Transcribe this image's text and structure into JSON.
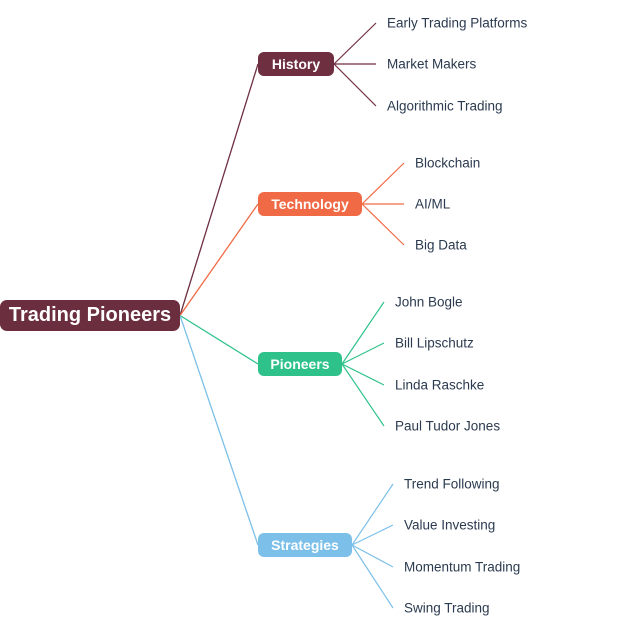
{
  "root": {
    "label": "Trading Pioneers",
    "color": "#6b2e3e"
  },
  "branches": [
    {
      "label": "History",
      "color": "#6e2f40",
      "children": [
        "Early Trading Platforms",
        "Market Makers",
        "Algorithmic Trading"
      ]
    },
    {
      "label": "Technology",
      "color": "#f06a45",
      "children": [
        "Blockchain",
        "AI/ML",
        "Big Data"
      ]
    },
    {
      "label": "Pioneers",
      "color": "#2ec28a",
      "children": [
        "John Bogle",
        "Bill Lipschutz",
        "Linda Raschke",
        "Paul Tudor Jones"
      ]
    },
    {
      "label": "Strategies",
      "color": "#7cc0ea",
      "children": [
        "Trend Following",
        "Value Investing",
        "Momentum Trading",
        "Swing Trading"
      ]
    }
  ]
}
